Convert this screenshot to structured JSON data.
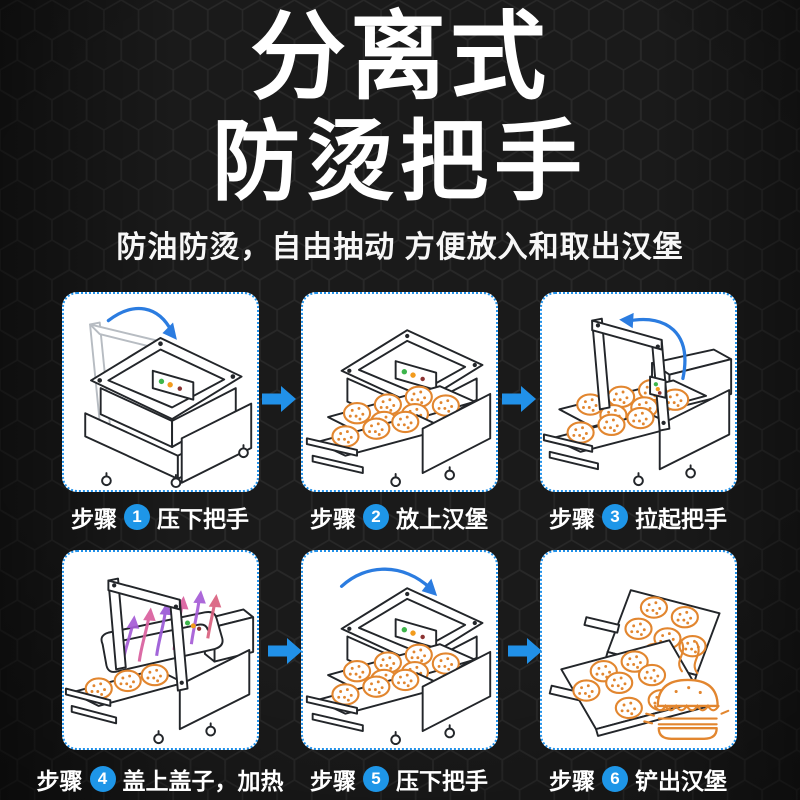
{
  "palette": {
    "background": "#1a1a1a",
    "hex_line": "#282828",
    "panel_bg": "#ffffff",
    "panel_border_blue": "#2191e9",
    "accent_blue": "#1e96e8",
    "motion_arrow_blue": "#2b7ce0",
    "bun_orange": "#e2862f",
    "heat_purple": "#a55cd6",
    "heat_pink": "#d95f9e",
    "indicator_green": "#3db54b",
    "indicator_orange": "#f29b1d",
    "indicator_red": "#8c3332",
    "text_white": "#ffffff"
  },
  "header": {
    "title_line1": "分离式",
    "title_line2": "防烫把手",
    "subtitle": "防油防烫，自由抽动 方便放入和取出汉堡"
  },
  "steps": [
    {
      "prefix": "步骤",
      "num": "1",
      "label": "压下把手"
    },
    {
      "prefix": "步骤",
      "num": "2",
      "label": "放上汉堡"
    },
    {
      "prefix": "步骤",
      "num": "3",
      "label": "拉起把手"
    },
    {
      "prefix": "步骤",
      "num": "4",
      "label": "盖上盖子，加热"
    },
    {
      "prefix": "步骤",
      "num": "5",
      "label": "压下把手"
    },
    {
      "prefix": "步骤",
      "num": "6",
      "label": "铲出汉堡"
    }
  ],
  "icons": {
    "flow_arrow": "right-arrow",
    "step1_motion": "curved-arrow-press-down",
    "step3_motion": "curved-arrow-lift-up",
    "step5_motion": "curved-arrow-press-down",
    "step4_effect": "heat-arrows-rising",
    "indicator_lights": "green-orange-red-dots",
    "step6_extra": "burger-with-steam"
  }
}
